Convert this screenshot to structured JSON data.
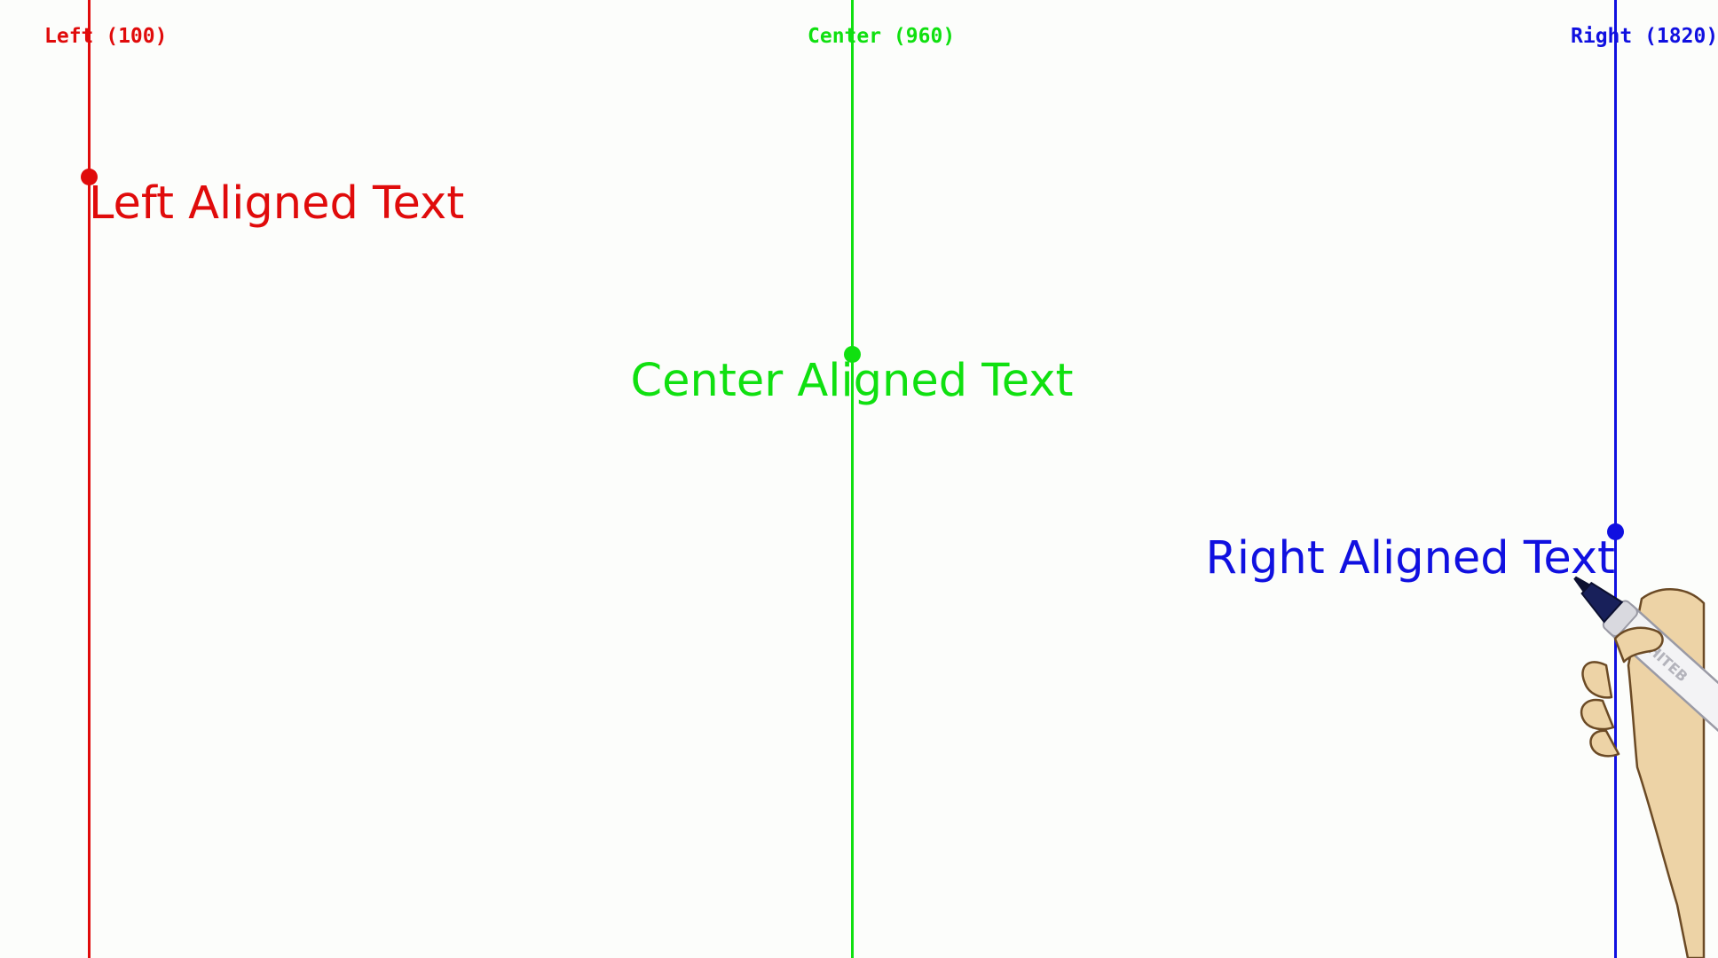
{
  "guides": {
    "left_label": "Left (100)",
    "center_label": "Center (960)",
    "right_label": "Right (1820)"
  },
  "texts": {
    "left": "Left Aligned Text",
    "center": "Center Aligned Text",
    "right": "Right Aligned Text"
  },
  "marker_brand": "WHITEB",
  "colors": {
    "left": "#e00b0b",
    "center": "#10e010",
    "right": "#1010e0",
    "background": "#fcfdfb"
  },
  "icons": {
    "hand": "hand-with-marker-icon"
  }
}
